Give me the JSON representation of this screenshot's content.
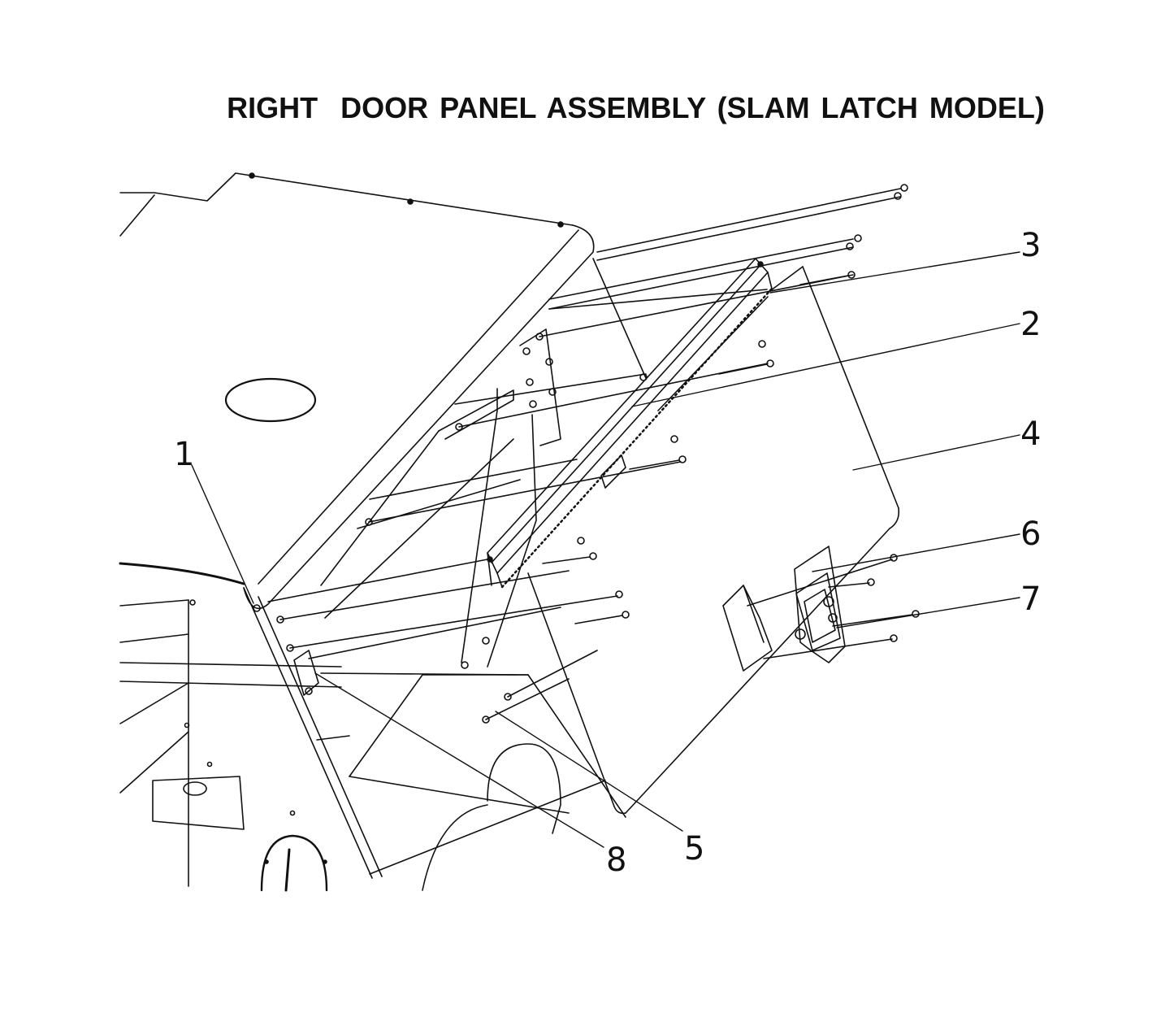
{
  "title": "RIGHT  DOOR PANEL ASSEMBLY (SLAM LATCH MODEL)",
  "callouts": {
    "c1": "1",
    "c2": "2",
    "c3": "3",
    "c4": "4",
    "c5": "5",
    "c6": "6",
    "c7": "7",
    "c8": "8"
  },
  "line_color": "#111111"
}
